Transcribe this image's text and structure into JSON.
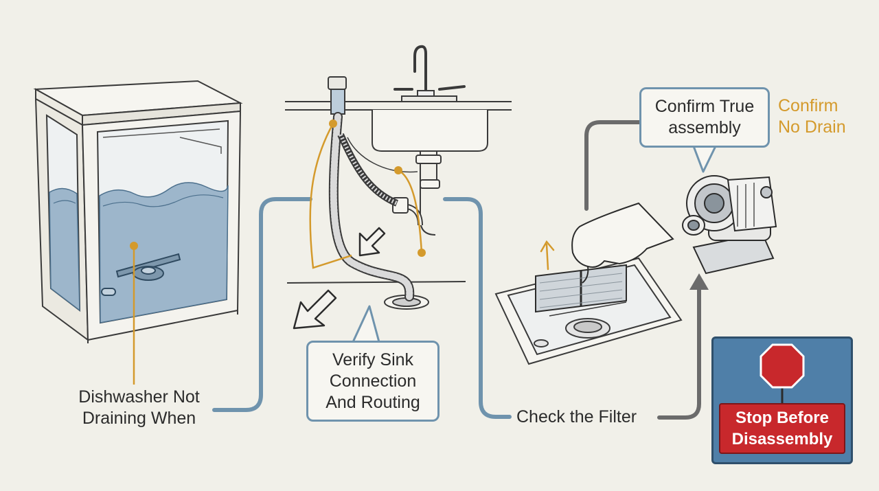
{
  "labels": {
    "dishwasher_not_draining": "Dishwasher Not Draining When",
    "verify_sink": "Verify Sink Connection And Routing",
    "check_filter": "Check the Filter",
    "confirm_true_assembly": "Confirm True assembly",
    "confirm_no_drain": "Confirm No Drain",
    "stop_before_disassembly": "Stop Before Disassembly"
  },
  "colors": {
    "background": "#f1f0e9",
    "flow_line": "#6f93ad",
    "amber_accent": "#d49a2c",
    "water": "#9db6cb",
    "stop_red": "#c8282c",
    "stop_panel_blue": "#4f7fa8",
    "arrow_gray": "#6b6b6b"
  }
}
